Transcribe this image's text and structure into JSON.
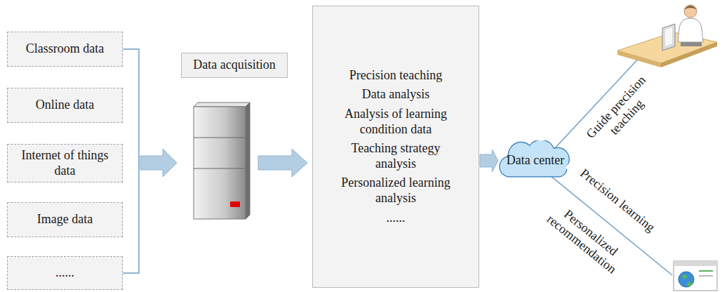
{
  "diagram": {
    "nodes": [
      {
        "text": [
          "Classroom data"
        ]
      },
      {
        "text": [
          "Online data"
        ]
      },
      {
        "text": [
          "Internet of things data"
        ]
      },
      {
        "text": [
          "Image data"
        ]
      },
      {
        "text": [
          "......"
        ]
      },
      {
        "text": [
          "Data acquisition"
        ]
      },
      {
        "text": [
          "Precision teaching",
          "Data analysis",
          "Analysis of learning condition data",
          "Teaching strategy analysis",
          "Personalized learning analysis",
          "......"
        ]
      },
      {
        "text": [
          "Data center"
        ]
      }
    ],
    "edges": [
      {
        "from": 6,
        "to": 7,
        "arrow": "to"
      }
    ],
    "labels": [
      "Guide precision teaching",
      "Precision learning",
      "Personalized recommendation"
    ]
  }
}
